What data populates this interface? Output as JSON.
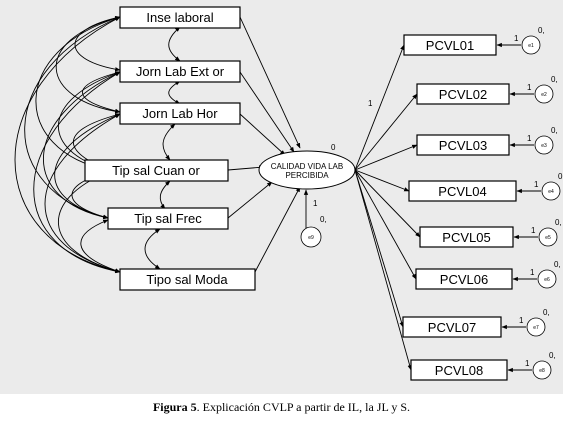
{
  "diagram": {
    "predictors": [
      {
        "id": "il",
        "label": "Inse laboral"
      },
      {
        "id": "jle",
        "label": "Jorn Lab Ext or"
      },
      {
        "id": "jlh",
        "label": "Jorn Lab Hor"
      },
      {
        "id": "tsc",
        "label": "Tip sal Cuan or"
      },
      {
        "id": "tsf",
        "label": "Tip sal Frec"
      },
      {
        "id": "tsm",
        "label": "Tipo sal Moda"
      }
    ],
    "latent": {
      "line1": "CALIDAD VIDA LAB",
      "line2": "PERCIBIDA",
      "intercept": "0"
    },
    "latent_error": {
      "label": "e9",
      "variance": "0,",
      "path": "1"
    },
    "indicators": [
      {
        "label": "PCVL01",
        "error": "e1",
        "variance": "0,",
        "path": "1"
      },
      {
        "label": "PCVL02",
        "error": "e2",
        "variance": "0,",
        "path": "1"
      },
      {
        "label": "PCVL03",
        "error": "e3",
        "variance": "0,",
        "path": "1"
      },
      {
        "label": "PCVL04",
        "error": "e4",
        "variance": "0,",
        "path": "1"
      },
      {
        "label": "PCVL05",
        "error": "e5",
        "variance": "0,",
        "path": "1"
      },
      {
        "label": "PCVL06",
        "error": "e6",
        "variance": "0,",
        "path": "1"
      },
      {
        "label": "PCVL07",
        "error": "e7",
        "variance": "0,",
        "path": "1"
      },
      {
        "label": "PCVL08",
        "error": "e8",
        "variance": "0,",
        "path": "1"
      }
    ],
    "loading_label": "1"
  },
  "caption": {
    "prefix": "Figura 5",
    "text": ". Explicación CVLP a partir de IL, la JL y S."
  }
}
